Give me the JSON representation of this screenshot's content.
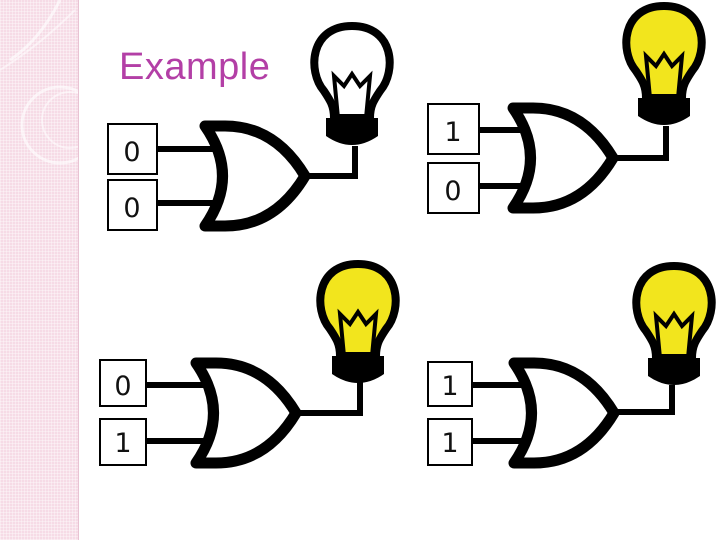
{
  "slide": {
    "title": "Example"
  },
  "colors": {
    "lit": "#f2e51d",
    "unlit": "#ffffff",
    "title": "#b33fa6"
  },
  "circuits": [
    {
      "name": "top-left",
      "input_a": "0",
      "input_b": "0",
      "lit": false
    },
    {
      "name": "top-right",
      "input_a": "1",
      "input_b": "0",
      "lit": true
    },
    {
      "name": "bottom-left",
      "input_a": "0",
      "input_b": "1",
      "lit": true
    },
    {
      "name": "bottom-right",
      "input_a": "1",
      "input_b": "1",
      "lit": true
    }
  ]
}
